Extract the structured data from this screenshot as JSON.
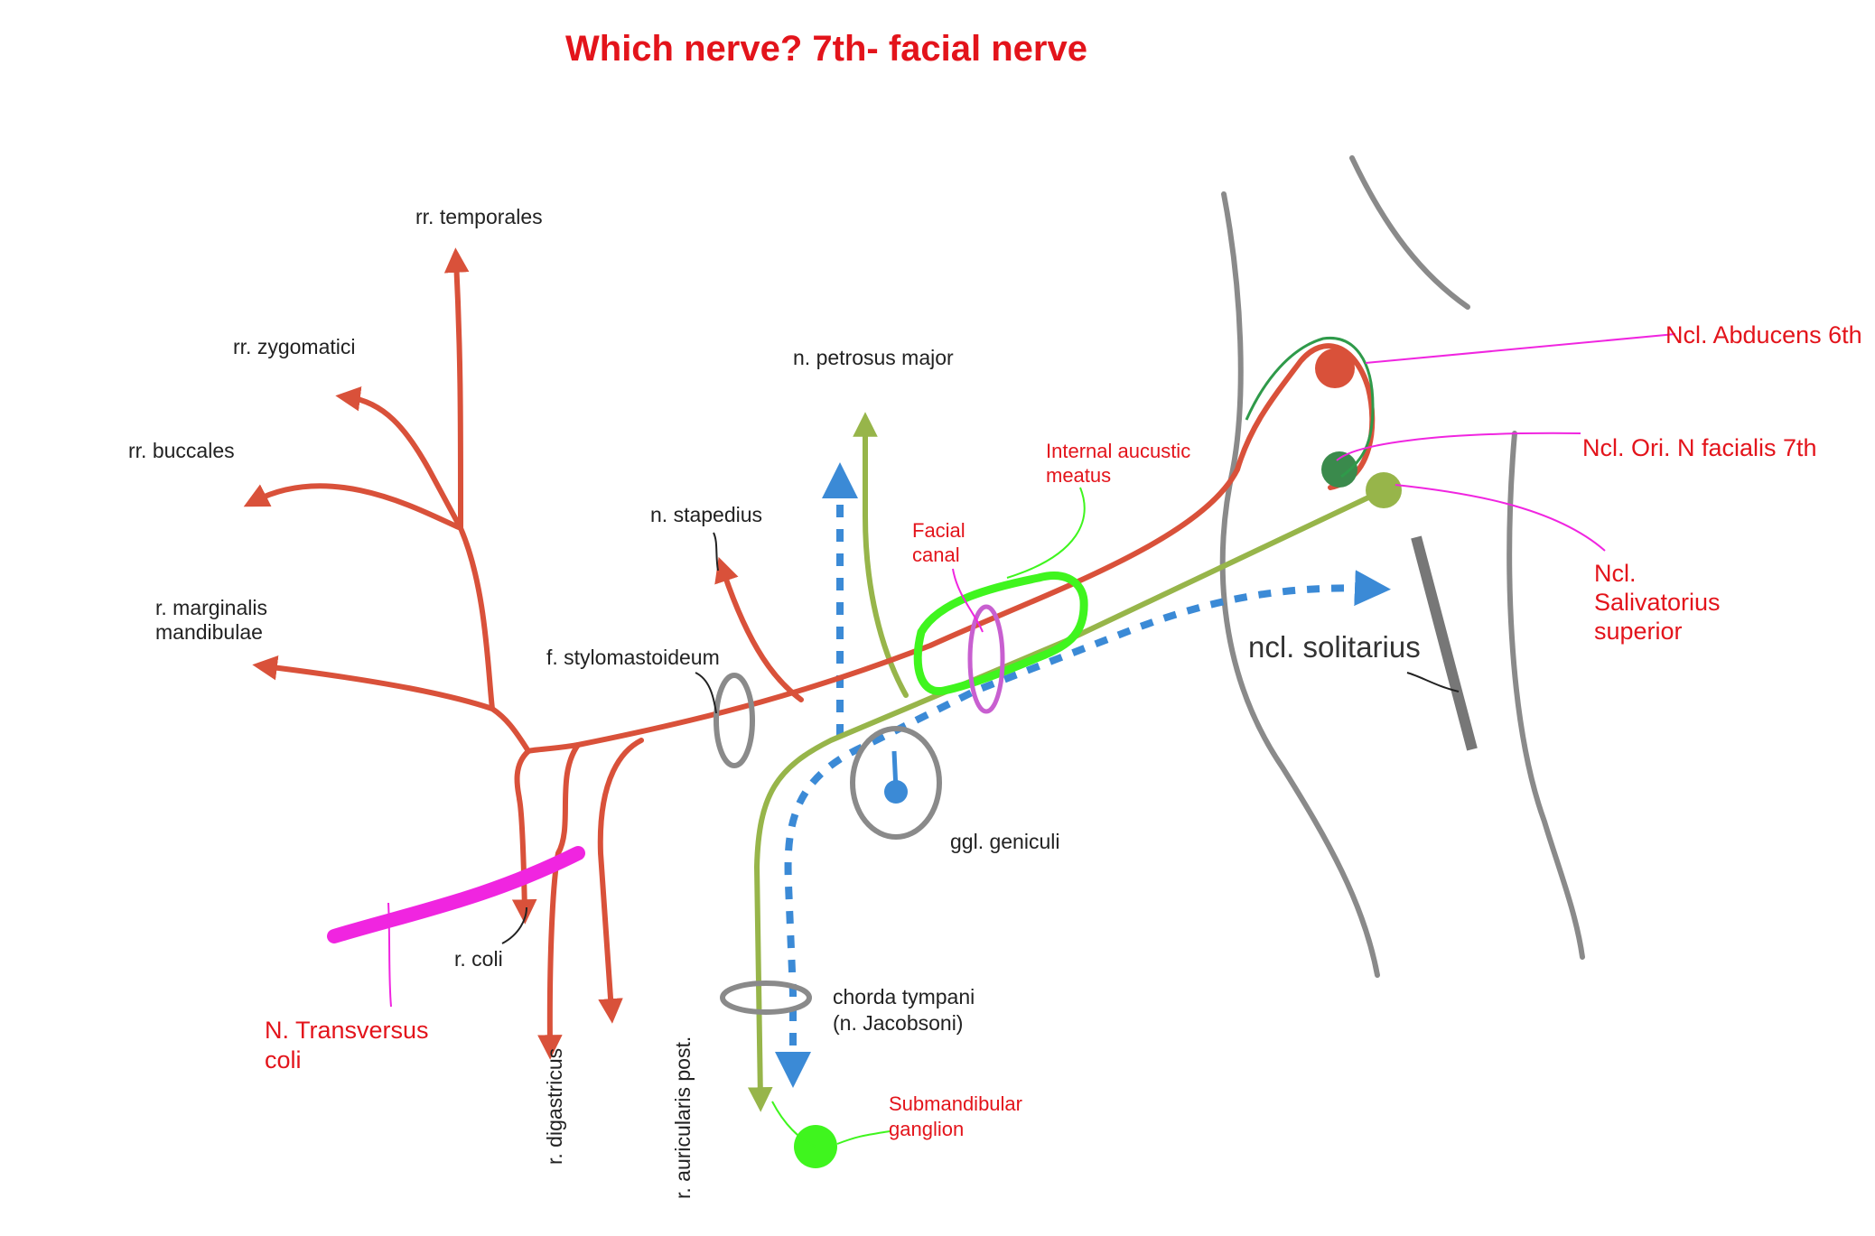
{
  "title": "Which nerve? 7th- facial nerve",
  "colors": {
    "motor": "#d9513a",
    "parasympathetic": "#97b54a",
    "sensory": "#3b8ad6",
    "brainstem_outline": "#8a8a8a",
    "annotation_text": "#e3141b",
    "highlight_magenta": "#f025e0",
    "highlight_green": "#3ff51e",
    "nucleus_facial": "#3a8a4c"
  },
  "labels": {
    "temporales": "rr. temporales",
    "zygomatici": "rr. zygomatici",
    "buccales": "rr. buccales",
    "marginalis_1": "r. marginalis",
    "marginalis_2": "mandibulae",
    "stylomastoideum": "f. stylomastoideum",
    "coli": "r. coli",
    "digastricus": "r. digastricus",
    "auricularis": "r. auricularis post.",
    "stapedius": "n. stapedius",
    "petrosus": "n. petrosus major",
    "geniculi": "ggl. geniculi",
    "chorda_1": "chorda tympani",
    "chorda_2": "(n. Jacobsoni)",
    "solitarius": "ncl. solitarius"
  },
  "annotations": {
    "transversus_1": "N. Transversus",
    "transversus_2": "coli",
    "internal_meatus_1": "Internal aucustic",
    "internal_meatus_2": "meatus",
    "facial_canal_1": "Facial",
    "facial_canal_2": "canal",
    "submandibular_1": "Submandibular",
    "submandibular_2": "ganglion",
    "abducens": "Ncl. Abducens 6th",
    "facialis": "Ncl. Ori. N facialis 7th",
    "salivatorius_1": "Ncl.",
    "salivatorius_2": "Salivatorius",
    "salivatorius_3": "superior"
  }
}
